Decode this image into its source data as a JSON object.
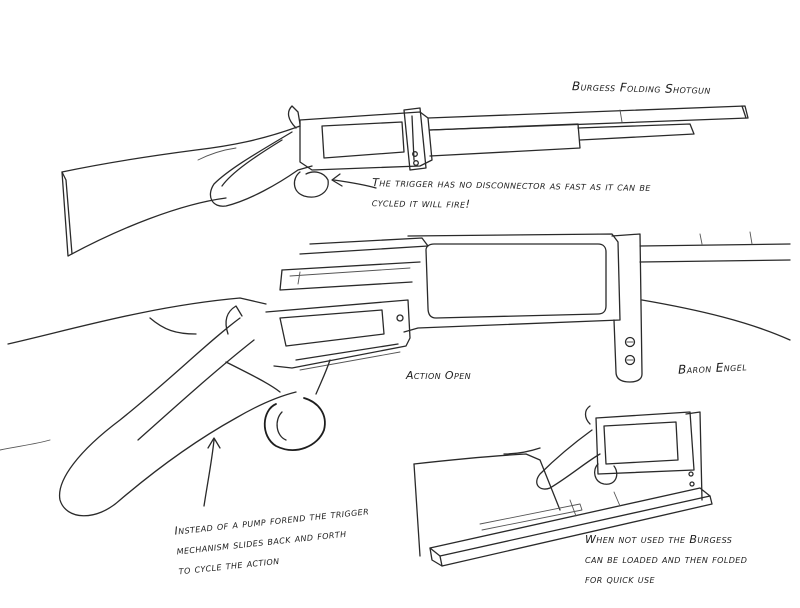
{
  "title": "Burgess Folding Shotgun",
  "notes": {
    "trigger_line1": "The trigger has no disconnector as fast as it can be",
    "trigger_line2": "cycled it will fire!",
    "action_open": "Action Open",
    "signature": "Baron Engel",
    "pump_line1": "Instead of a pump forend the trigger",
    "pump_line2": "mechanism slides back and forth",
    "pump_line3": "to cycle the action",
    "fold_line1": "When not used the Burgess",
    "fold_line2": "can be loaded and then folded",
    "fold_line3": "for quick use"
  },
  "colors": {
    "ink": "#2a2a2a",
    "paper": "#ffffff"
  },
  "icons": {
    "arrow_trigger": "hand-drawn-arrow-icon",
    "arrow_pump": "hand-drawn-arrow-icon"
  }
}
